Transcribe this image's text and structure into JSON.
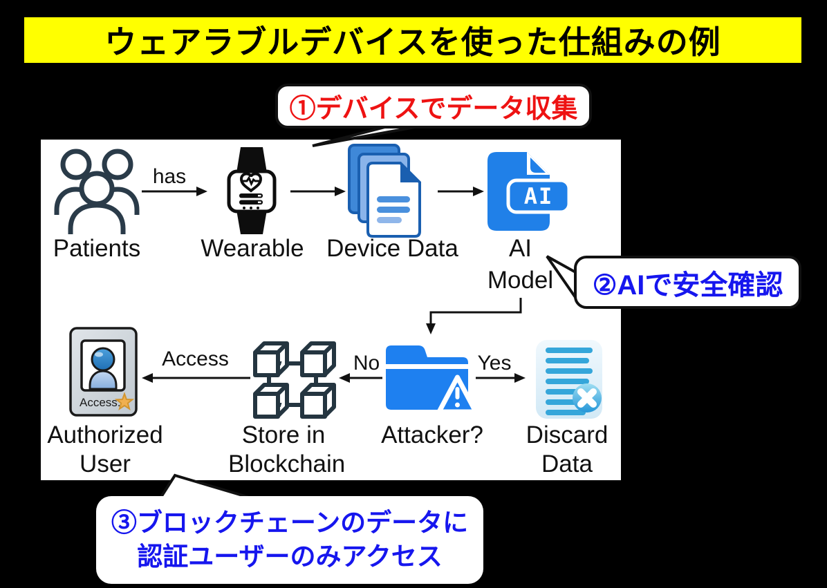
{
  "title": {
    "text": "ウェアラブルデバイスを使った仕組みの例"
  },
  "callouts": {
    "step1": {
      "text": "①デバイスでデータ収集",
      "color": "#ee1212"
    },
    "step2": {
      "text": "②AIで安全確認",
      "color": "#1616ee"
    },
    "step3": {
      "line1": "③ブロックチェーンのデータに",
      "line2": "認証ユーザーのみアクセス",
      "color": "#1616ee"
    }
  },
  "flow": {
    "nodes": {
      "patients": {
        "label": "Patients"
      },
      "wearable": {
        "label": "Wearable"
      },
      "device_data": {
        "label": "Device Data"
      },
      "ai_model": {
        "line1": "AI",
        "line2": "Model",
        "badge": "AI"
      },
      "attacker": {
        "label": "Attacker?"
      },
      "discard": {
        "line1": "Discard",
        "line2": "Data"
      },
      "blockchain": {
        "line1": "Store in",
        "line2": "Blockchain"
      },
      "authorized_user": {
        "line1": "Authorized",
        "line2": "User",
        "card_label": "Access:"
      }
    },
    "edges": {
      "patients_wearable": "has",
      "blockchain_user": "Access",
      "attacker_no": "No",
      "attacker_yes": "Yes"
    }
  },
  "colors": {
    "background": "#000000",
    "title_bg": "#ffff00",
    "title_text": "#000000",
    "panel_bg": "#ffffff",
    "callout1_text": "#ee1212",
    "callout23_text": "#1616ee",
    "icon_blue": "#1e80f0",
    "document_blue_border": "#1a5fb0",
    "document_blue_fill": "#3f88d8",
    "discard_teal": "#35a6da",
    "outline_slate": "#2a3b49",
    "card_gray": "#ccd3d9",
    "star_gold": "#f0b050"
  }
}
